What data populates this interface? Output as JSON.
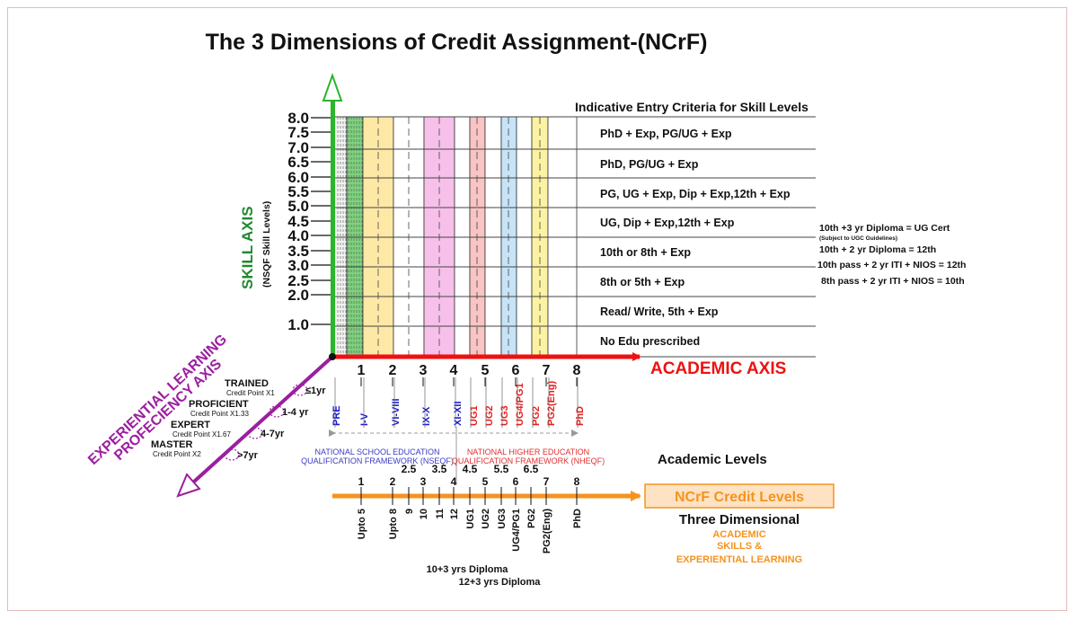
{
  "title": "The 3 Dimensions of Credit Assignment-(NCrF)",
  "colors": {
    "skill_axis": "#2bb52b",
    "academic_axis": "#ee1111",
    "experiential_axis": "#9b1fa0",
    "credit_axis": "#f5931e",
    "credit_box": "#fde2c3",
    "pre": "#1a1acc",
    "nsqf_text": "#3b3bc4",
    "nheqf_text": "#e03030"
  },
  "skill_axis": {
    "label": "SKILL AXIS",
    "sublabel": "(NSQF Skill Levels)",
    "ticks": [
      "8.0",
      "7.5",
      "7.0",
      "6.5",
      "6.0",
      "5.5",
      "5.0",
      "4.5",
      "4.0",
      "3.5",
      "3.0",
      "2.5",
      "2.0",
      "1.0"
    ]
  },
  "columns": [
    {
      "color": "#f2f2f2",
      "label": "PRE",
      "label_color": "#1a1acc"
    },
    {
      "color": "#7fd17f",
      "label": "I-V",
      "label_color": "#1a1acc"
    },
    {
      "color": "#fde8a6",
      "label": "VI-VIII",
      "label_color": "#1a1acc"
    },
    {
      "color": "#ffffff",
      "label": "IX-X",
      "label_color": "#1a1acc"
    },
    {
      "color": "#f7c0ea",
      "label": "XI-XII",
      "label_color": "#1a1acc"
    },
    {
      "color": "#ffffff",
      "label": "UG1",
      "label_color": "#e52020"
    },
    {
      "color": "#f8c4c4",
      "label": "UG2",
      "label_color": "#e52020"
    },
    {
      "color": "#ffffff",
      "label": "UG3",
      "label_color": "#e52020"
    },
    {
      "color": "#c7e3f7",
      "label": "UG4/PG1",
      "label_color": "#e52020"
    },
    {
      "color": "#ffffff",
      "label": "PG2",
      "label_color": "#e52020"
    },
    {
      "color": "#fbf2a3",
      "label": "PG2(Eng)",
      "label_color": "#e52020"
    },
    {
      "color": "#ffffff",
      "label": "PhD",
      "label_color": "#e52020"
    }
  ],
  "entry_criteria": {
    "heading": "Indicative Entry Criteria for Skill Levels",
    "rows": [
      "PhD + Exp, PG/UG + Exp",
      "PhD, PG/UG + Exp",
      "PG, UG + Exp, Dip + Exp,12th + Exp",
      "UG, Dip + Exp,12th + Exp",
      "10th or 8th + Exp",
      "8th or 5th + Exp",
      "Read/ Write, 5th + Exp",
      "No Edu prescribed"
    ]
  },
  "side_notes": [
    "10th +3 yr Diploma = UG Cert",
    "(Subject to UGC Guidelines)",
    "10th + 2 yr Diploma = 12th",
    "10th pass + 2 yr ITI + NIOS = 12th",
    "8th pass + 2 yr ITI + NIOS = 10th"
  ],
  "academic_axis": {
    "label": "ACADEMIC  AXIS",
    "ticks": [
      "1",
      "2",
      "3",
      "4",
      "5",
      "6",
      "7",
      "8"
    ]
  },
  "frameworks": {
    "nsqf_line1": "NATIONAL SCHOOL EDUCATION",
    "nsqf_line2": "QUALIFICATION FRAMEWORK (NSEQF)",
    "nheqf_line1": "NATIONAL HIGHER EDUCATION",
    "nheqf_line2": "QUALIFICATION FRAMEWORK (NHEQF)"
  },
  "academic_levels_label": "Academic Levels",
  "experiential_axis": {
    "line1": "EXPERIENTIAL LEARNING",
    "line2": "PROFECIENCY AXIS",
    "levels": [
      {
        "name": "TRAINED",
        "credit": "Credit Point X1",
        "years": "≤1yr"
      },
      {
        "name": "PROFICIENT",
        "credit": "Credit Point X1.33",
        "years": "1-4 yr"
      },
      {
        "name": "EXPERT",
        "credit": "Credit Point X1.67",
        "years": "4-7yr"
      },
      {
        "name": "MASTER",
        "credit": "Credit Point X2",
        "years": ">7yr"
      }
    ]
  },
  "credit_axis": {
    "label": "NCrF Credit Levels",
    "top_ticks": [
      "1",
      "2",
      "2.5",
      "3",
      "3.5",
      "4",
      "4.5",
      "5",
      "5.5",
      "6",
      "6.5",
      "7",
      "8"
    ],
    "bottom_labels": [
      "Upto 5",
      "Upto 8",
      "9",
      "10",
      "11",
      "12",
      "UG1",
      "UG2",
      "UG3",
      "UG4/PG1",
      "PG2",
      "PG2(Eng)",
      "PhD"
    ],
    "diploma1": "10+3 yrs Diploma",
    "diploma2": "12+3 yrs Diploma"
  },
  "three_dimensional": {
    "title": "Three Dimensional",
    "line1": "ACADEMIC",
    "line2": "SKILLS &",
    "line3": "EXPERIENTIAL LEARNING"
  }
}
